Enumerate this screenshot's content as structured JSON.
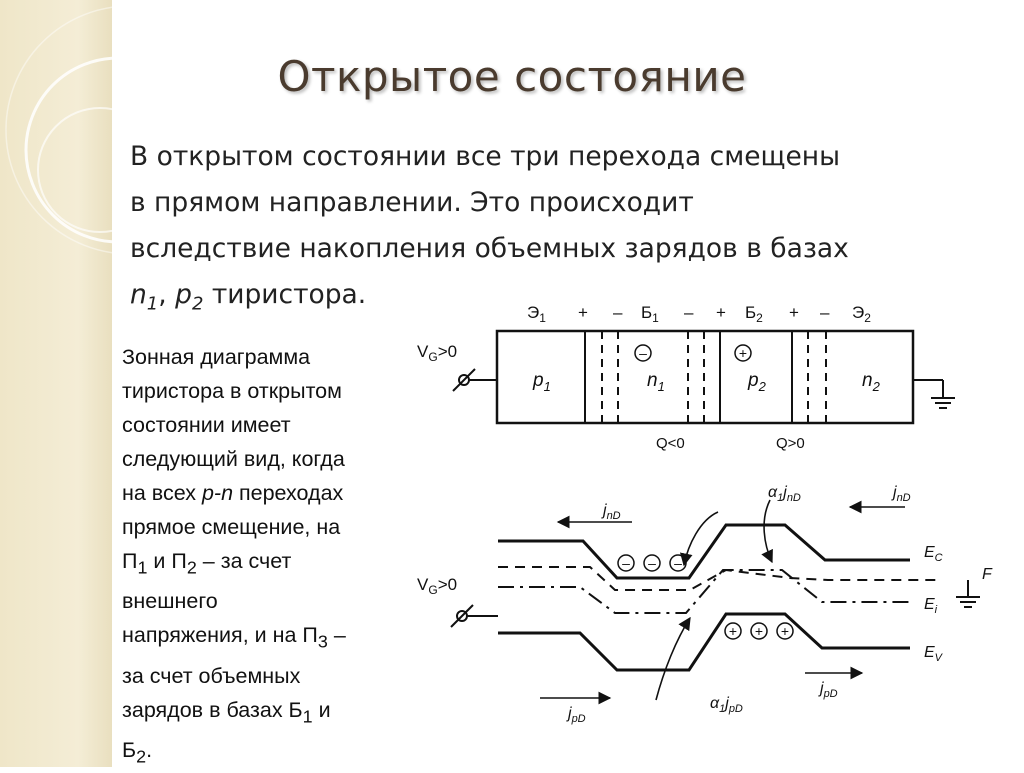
{
  "title": "Открытое состояние",
  "paragraph": {
    "line1": "В открытом состоянии все три перехода смещены",
    "line2": "в прямом направлении. Это происходит",
    "line3": "вследствие накопления объемных зарядов в базах",
    "n_base": "n",
    "n_sub": "1",
    "comma": ", ",
    "p_base": "p",
    "p_sub": "2",
    "tail": " тиристора."
  },
  "side_text": {
    "l1": "Зонная диаграмма",
    "l2": "тиристора в открытом",
    "l3": "состоянии имеет",
    "l4": "следующий вид, когда",
    "l5a": "на всех ",
    "l5b": "p-n",
    "l5c": " переходах",
    "l6": "прямое смещение, на",
    "l7a": "П",
    "l7b": "1",
    "l7c": " и П",
    "l7d": "2",
    "l7e": " – за счет",
    "l8": "внешнего",
    "l9a": "напряжения, и на П",
    "l9b": "3",
    "l9c": " –",
    "l10": "за счет объемных",
    "l11a": "зарядов в базах Б",
    "l11b": "1",
    "l11c": " и",
    "l12a": "Б",
    "l12b": "2",
    "l12c": "."
  },
  "structure": {
    "e1": "Э",
    "e1_sub": "1",
    "b1": "Б",
    "b1_sub": "1",
    "b2": "Б",
    "b2_sub": "2",
    "e2": "Э",
    "e2_sub": "2",
    "plus": "+",
    "minus": "–",
    "vg": "V",
    "vg_sub": "G",
    "vg_tail": ">0",
    "p1": "p",
    "p1_sub": "1",
    "n1": "n",
    "n1_sub": "1",
    "p2": "p",
    "p2_sub": "2",
    "n2": "n",
    "n2_sub": "2",
    "minus_charge": "–",
    "plus_charge": "+",
    "q_neg": "Q<0",
    "q_pos": "Q>0"
  },
  "band": {
    "jnd": "j",
    "jnd_sub": "nD",
    "jnd_right": "j",
    "jnd_right_sub": "nD",
    "alpha1_jnd": "α",
    "alpha1_jnd_a": "1",
    "alpha1_jnd_j": "j",
    "alpha1_jnd_sub": "nD",
    "ec": "E",
    "ec_sub": "C",
    "ei": "E",
    "ei_sub": "i",
    "ev": "E",
    "ev_sub": "V",
    "f": "F",
    "vg": "V",
    "vg_sub": "G",
    "vg_tail": ">0",
    "jpd_left": "j",
    "jpd_left_sub": "pD",
    "jpd_right": "j",
    "jpd_right_sub": "pD",
    "alpha1_jpd": "α",
    "alpha1_jpd_a": "1",
    "alpha1_jpd_j": "j",
    "alpha1_jpd_sub": "pD",
    "electron": "–",
    "hole": "+"
  },
  "colors": {
    "title": "#4a3b2e",
    "band": "#efe6c8"
  }
}
